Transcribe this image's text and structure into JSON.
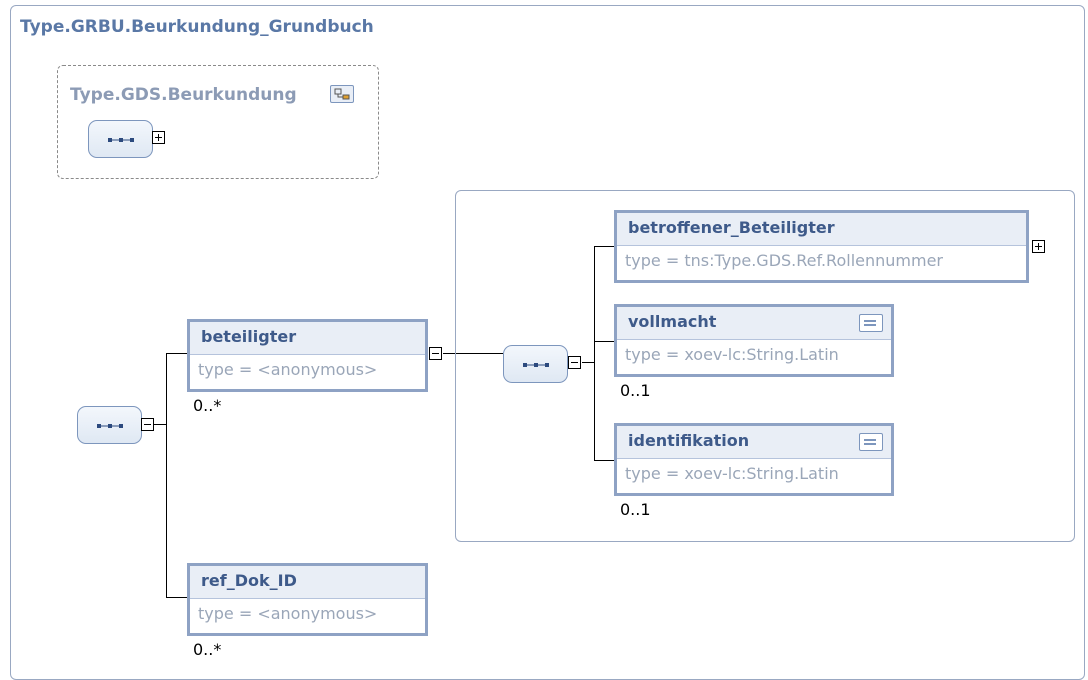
{
  "diagram": {
    "root_type": "Type.GRBU.Beurkundung_Grundbuch",
    "extension": {
      "base_type": "Type.GDS.Beurkundung"
    },
    "elements": {
      "beteiligter": {
        "name": "beteiligter",
        "type": "type = <anonymous>",
        "cardinality": "0..*"
      },
      "ref_dok_id": {
        "name": "ref_Dok_ID",
        "type": "type = <anonymous>",
        "cardinality": "0..*"
      },
      "betroffener": {
        "name": "betroffener_Beteiligter",
        "type": "type = tns:Type.GDS.Ref.Rollennummer"
      },
      "vollmacht": {
        "name": "vollmacht",
        "type": "type = xoev-lc:String.Latin",
        "cardinality": "0..1"
      },
      "identifikation": {
        "name": "identifikation",
        "type": "type = xoev-lc:String.Latin",
        "cardinality": "0..1"
      }
    },
    "icons": {
      "sequence": "sequence-compositor-icon",
      "expand": "plus-expander-icon",
      "collapse": "minus-collapser-icon",
      "documentation": "documentation-icon",
      "extension": "type-extension-icon"
    }
  }
}
